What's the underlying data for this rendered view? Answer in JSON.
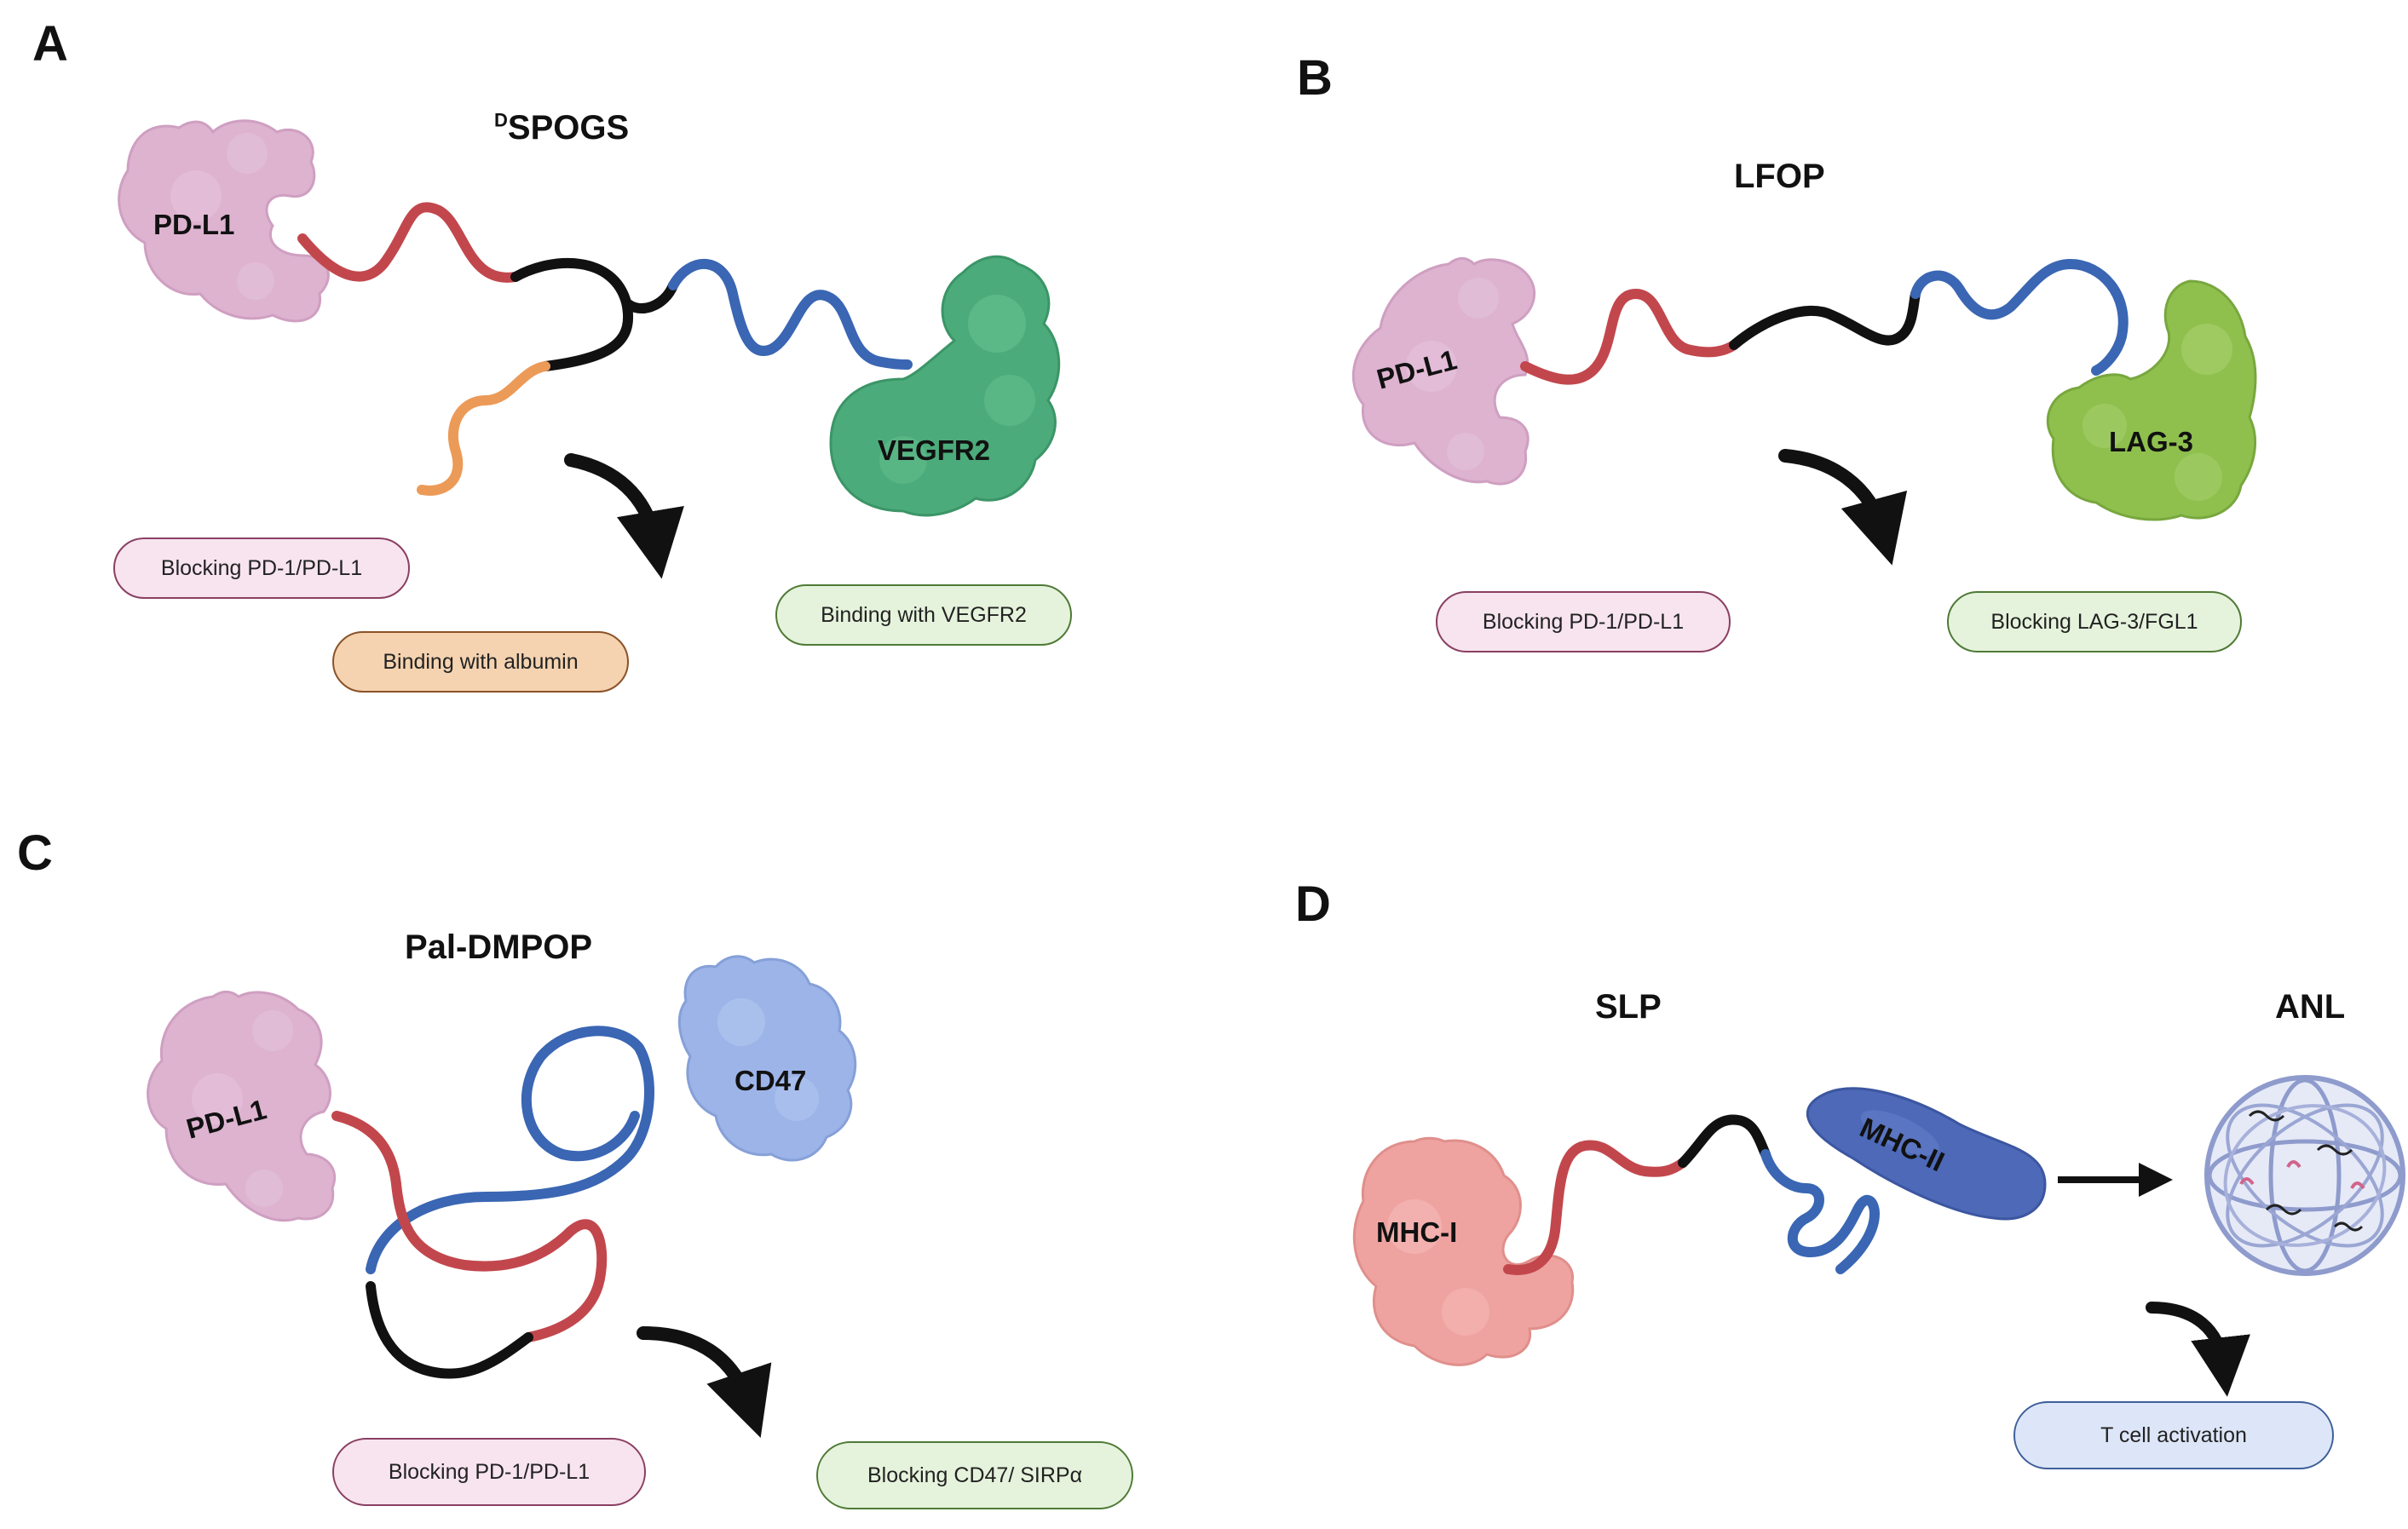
{
  "panels": {
    "A": {
      "letter": "A",
      "title_prefix": "D",
      "title_main": "SPOGS",
      "proteins": {
        "pdl1": "PD-L1",
        "vegfr2": "VEGFR2"
      },
      "labels": [
        "Blocking PD-1/PD-L1",
        "Binding with albumin",
        "Binding with VEGFR2"
      ]
    },
    "B": {
      "letter": "B",
      "title": "LFOP",
      "proteins": {
        "pdl1": "PD-L1",
        "lag3": "LAG-3"
      },
      "labels": [
        "Blocking PD-1/PD-L1",
        "Blocking LAG-3/FGL1"
      ]
    },
    "C": {
      "letter": "C",
      "title": "Pal-DMPOP",
      "proteins": {
        "pdl1": "PD-L1",
        "cd47": "CD47"
      },
      "labels": [
        "Blocking PD-1/PD-L1",
        "Blocking CD47/ SIRPα"
      ]
    },
    "D": {
      "letter": "D",
      "title_slp": "SLP",
      "title_anl": "ANL",
      "proteins": {
        "mhc1": "MHC-I",
        "mhc2": "MHC-II"
      },
      "labels": [
        "T cell activation"
      ]
    }
  },
  "colors": {
    "pdl1": "#ddb3d0",
    "vegfr2": "#4cab7a",
    "lag3": "#8fc04e",
    "cd47": "#9cb4e8",
    "mhc1": "#efa3a0",
    "mhc2": "#4d69b8",
    "strand_red": "#c2474d",
    "strand_blue": "#3a66b3",
    "strand_black": "#111111",
    "strand_orange": "#ec9a58"
  }
}
